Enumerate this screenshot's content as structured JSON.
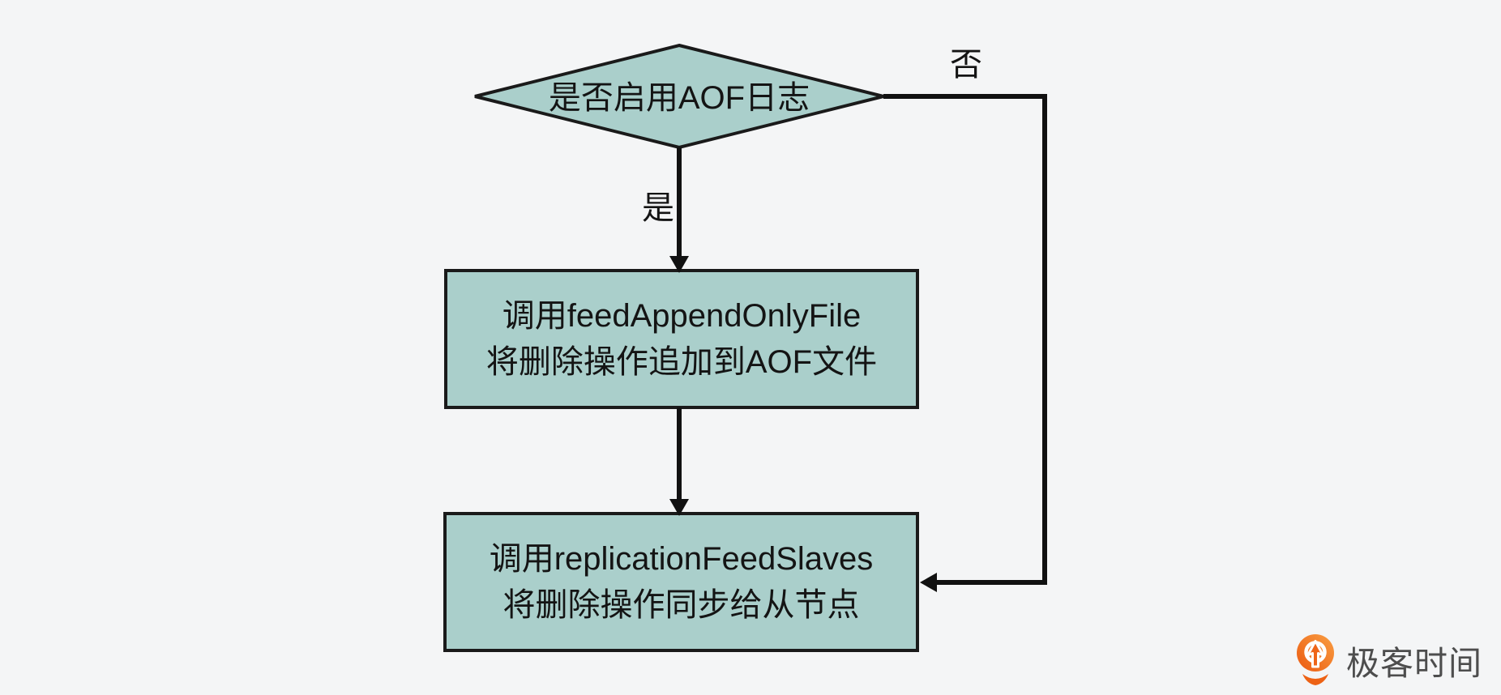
{
  "flowchart": {
    "decision": {
      "label": "是否启用AOF日志"
    },
    "branch_labels": {
      "yes": "是",
      "no": "否"
    },
    "process_boxes": [
      {
        "lines": [
          "调用feedAppendOnlyFile",
          "将删除操作追加到AOF文件"
        ]
      },
      {
        "lines": [
          "调用replicationFeedSlaves",
          "将删除操作同步给从节点"
        ]
      }
    ],
    "colors": {
      "background": "#f4f5f6",
      "node_fill": "#aacfcb",
      "node_stroke": "#1a1a1a",
      "connector": "#111111",
      "text": "#141414"
    }
  },
  "branding": {
    "logo_text": "极客时间",
    "logo_orange": "#ee6418",
    "logo_text_color": "#4d4d4d"
  }
}
